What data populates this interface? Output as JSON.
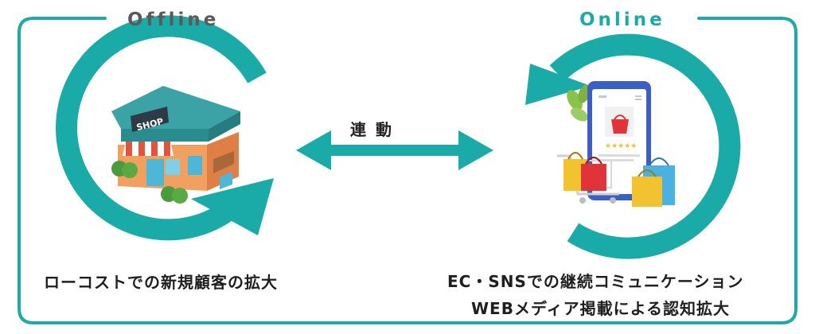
{
  "colors": {
    "teal": "#1aaaa8",
    "frame": "#1faaa8",
    "offline_heading": "#5a5a5a",
    "online_heading": "#1aaaa8",
    "shop_roof": "#3ba3a6",
    "shop_wall": "#f1a060",
    "awning_red": "#e0533c",
    "bush": "#4b9a3c",
    "phone": "#3b5fc2",
    "bag_red": "#e0343a",
    "bag_yellow": "#f2c230",
    "bag_blue": "#4ab1e0"
  },
  "offline": {
    "heading": "Offline",
    "caption": "ローコストでの新規顧客の拡大",
    "shop_sign": "SHOP",
    "icon": "shop-icon"
  },
  "online": {
    "heading": "Online",
    "caption_line1": "EC・SNSでの継続コミュニケーション",
    "caption_line2": "WEBメディア掲載による認知拡大",
    "icon": "smartphone-shopping-icon"
  },
  "link": {
    "label": "連動",
    "icon": "double-arrow-icon"
  }
}
